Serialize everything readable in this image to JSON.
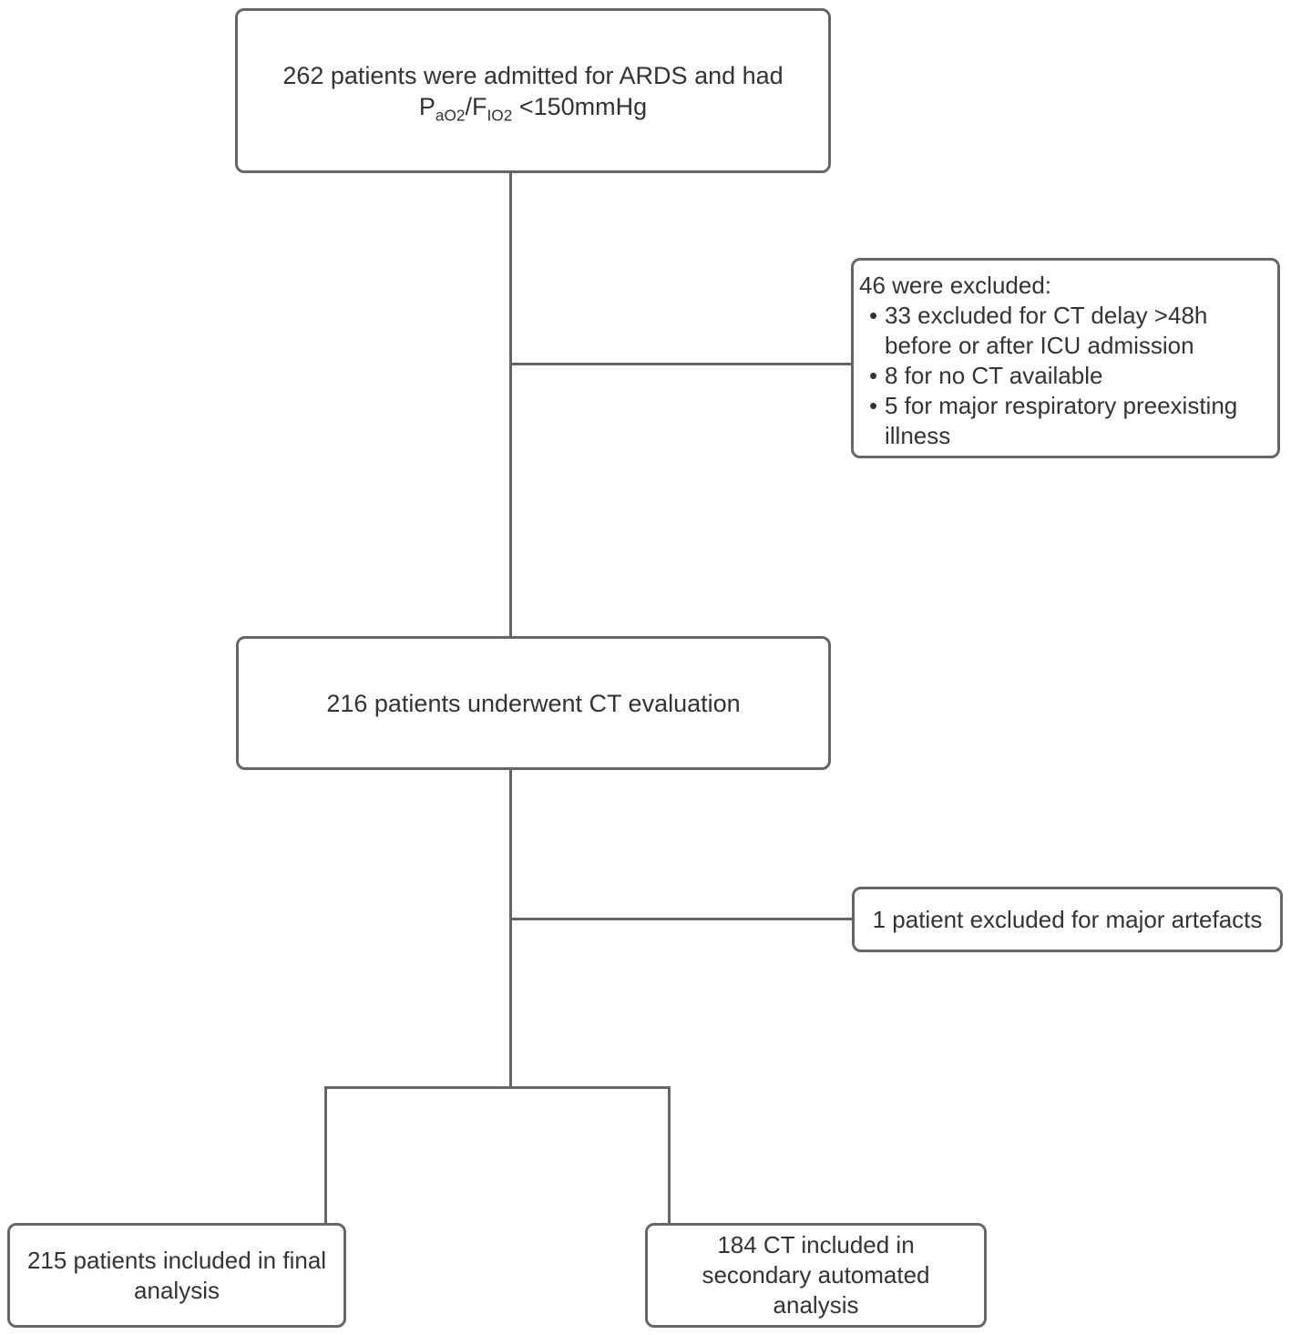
{
  "diagram": {
    "background_color": "#ffffff",
    "border_color": "#666666",
    "line_color": "#666666",
    "text_color": "#333333",
    "bullet_char": "•",
    "nodes": {
      "admitted": {
        "line1": "262 patients were admitted for ARDS and had",
        "formula": {
          "p": "P",
          "sub1": "aO2",
          "mid": "/F",
          "sub2": "IO2",
          "tail": " <150mmHg"
        }
      },
      "excluded_46": {
        "title": "46 were excluded:",
        "items": [
          {
            "lines": [
              "33 excluded for CT delay >48h",
              "before or after ICU admission"
            ]
          },
          {
            "lines": [
              "8 for no CT available"
            ]
          },
          {
            "lines": [
              "5 for major respiratory preexisting",
              "illness"
            ]
          }
        ]
      },
      "ct_evaluation": {
        "label": "216 patients underwent CT evaluation"
      },
      "excluded_artefacts": {
        "label": "1 patient excluded for major artefacts"
      },
      "final_analysis": {
        "lines": [
          "215 patients included in final",
          "analysis"
        ]
      },
      "secondary_analysis": {
        "lines": [
          "184 CT included in",
          "secondary automated",
          "analysis"
        ]
      }
    }
  }
}
